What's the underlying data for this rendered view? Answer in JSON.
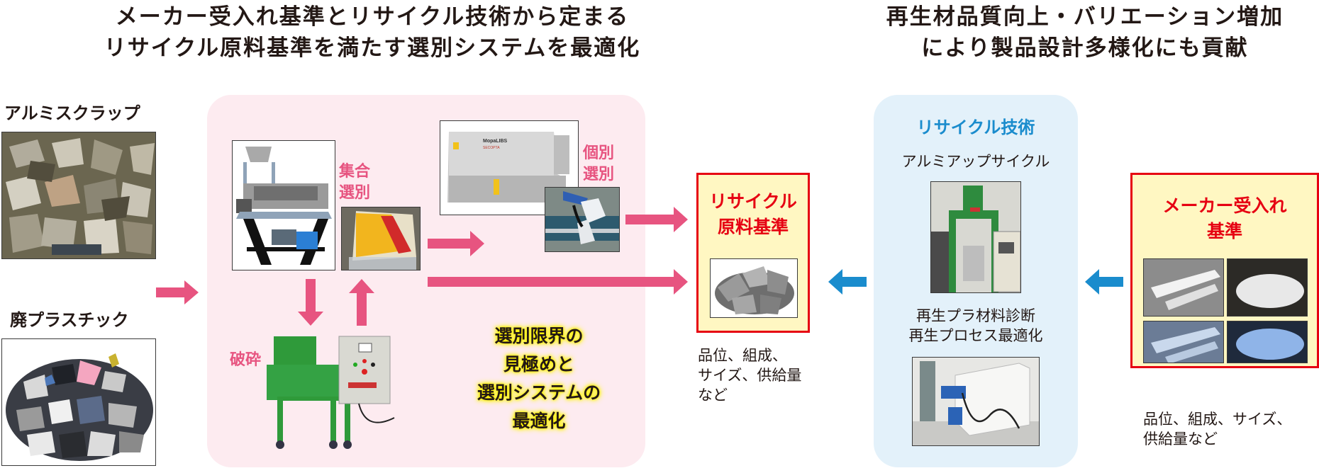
{
  "headline_left": {
    "line1": "メーカー受入れ基準とリサイクル技術から定まる",
    "line2": "リサイクル原料基準を満たす選別システムを最適化"
  },
  "headline_right": {
    "line1": "再生材品質向上・バリエーション増加",
    "line2": "により製品設計多様化にも貢献"
  },
  "inputs": {
    "aluminum_scrap": {
      "label": "アルミスクラップ",
      "image": "aluminum-scrap-photo"
    },
    "waste_plastic": {
      "label": "廃プラスチック",
      "image": "waste-plastic-photo"
    }
  },
  "sorting_panel": {
    "group_sorting_label_1": "集合",
    "group_sorting_label_2": "選別",
    "individual_sorting_label_1": "個別",
    "individual_sorting_label_2": "選別",
    "crushing_label": "破砕",
    "libs_brand": "MopaLIBS",
    "libs_sub": "SECOPTA",
    "highlight": {
      "line1": "選別限界の",
      "line2": "見極めと",
      "line3": "選別システムの",
      "line4": "最適化"
    }
  },
  "recycle_standard": {
    "title_line1": "リサイクル",
    "title_line2": "原料基準",
    "note_line1": "品位、組成、",
    "note_line2": "サイズ、供給量",
    "note_line3": "など"
  },
  "recycle_tech": {
    "title": "リサイクル技術",
    "item1": "アルミアップサイクル",
    "item2_line1": "再生プラ材料診断",
    "item2_line2": "再生プロセス最適化"
  },
  "maker_standard": {
    "title_line1": "メーカー受入れ",
    "title_line2": "基準",
    "note_line1": "品位、組成、サイズ、",
    "note_line2": "供給量など"
  },
  "colors": {
    "pink_arrow": "#e75480",
    "blue_arrow": "#1a8ccd",
    "standard_border": "#e60012",
    "standard_fill": "#fff7c2",
    "pink_panel": "#fdebf0",
    "blue_panel": "#e3f1fa"
  }
}
